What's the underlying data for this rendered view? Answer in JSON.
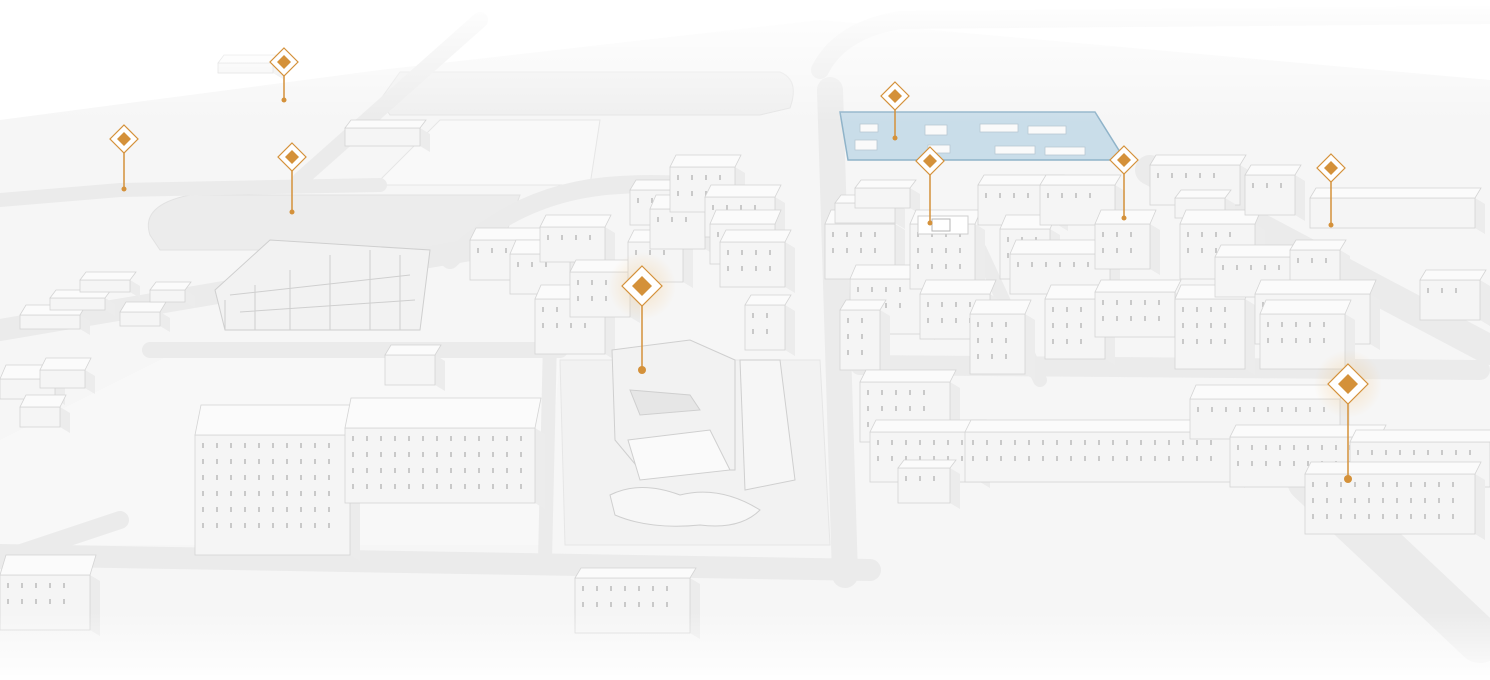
{
  "map": {
    "view": "isometric-3d-site-map",
    "style": "monochrome-white",
    "colors": {
      "background": "#ffffff",
      "ground": "#f4f4f4",
      "road": "#ececec",
      "building_top": "#fbfbfb",
      "building_side": "#e6e6e6",
      "building_edge": "#d4d4d4",
      "water": "#c9dde9",
      "water_edge": "#8fb3c9",
      "marker_accent": "#d4913a",
      "marker_fill": "#ffffff"
    },
    "markers": [
      {
        "id": "marker-1",
        "icon": "diamond-pin-icon",
        "size": "small"
      },
      {
        "id": "marker-2",
        "icon": "diamond-pin-icon",
        "size": "small"
      },
      {
        "id": "marker-3",
        "icon": "diamond-pin-icon",
        "size": "small"
      },
      {
        "id": "marker-4",
        "icon": "diamond-pin-icon",
        "size": "large"
      },
      {
        "id": "marker-5",
        "icon": "diamond-pin-icon",
        "size": "small"
      },
      {
        "id": "marker-6",
        "icon": "diamond-pin-icon",
        "size": "small"
      },
      {
        "id": "marker-7",
        "icon": "diamond-pin-icon",
        "size": "small"
      },
      {
        "id": "marker-8",
        "icon": "diamond-pin-icon",
        "size": "small"
      },
      {
        "id": "marker-9",
        "icon": "diamond-pin-icon",
        "size": "large"
      }
    ]
  }
}
